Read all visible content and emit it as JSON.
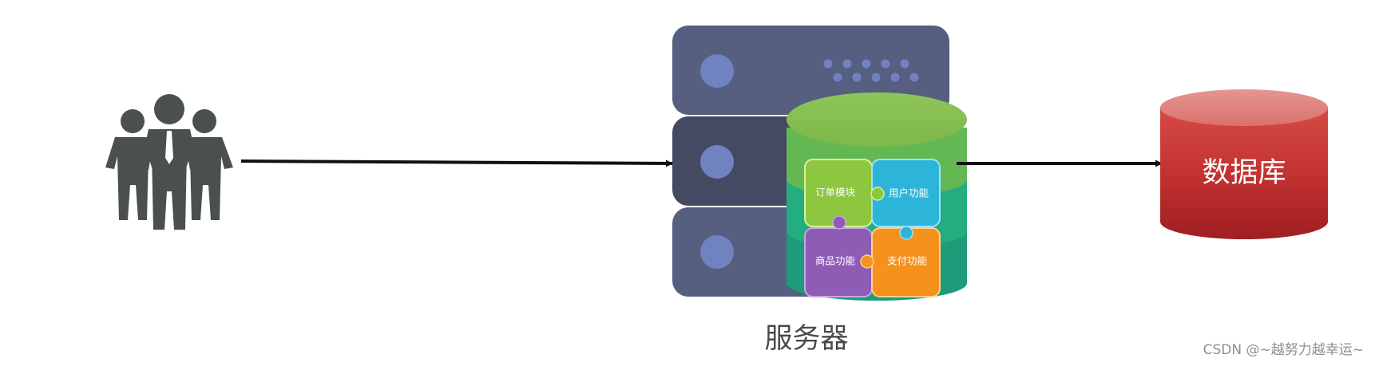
{
  "nodes": {
    "users": {
      "icon": "users-group-icon"
    },
    "server": {
      "icon": "server-rack-icon",
      "label": "服务器",
      "modules": [
        {
          "label": "订单模块",
          "color": "#8dc63f"
        },
        {
          "label": "用户功能",
          "color": "#2cb5d8"
        },
        {
          "label": "商品功能",
          "color": "#8e5cb5"
        },
        {
          "label": "支付功能",
          "color": "#f5921e"
        }
      ]
    },
    "database": {
      "icon": "database-cylinder-icon",
      "label": "数据库",
      "color": "#c8373a"
    }
  },
  "edges": [
    {
      "from": "users",
      "to": "server"
    },
    {
      "from": "server",
      "to": "database"
    }
  ],
  "watermark": "CSDN @~越努力越幸运~"
}
